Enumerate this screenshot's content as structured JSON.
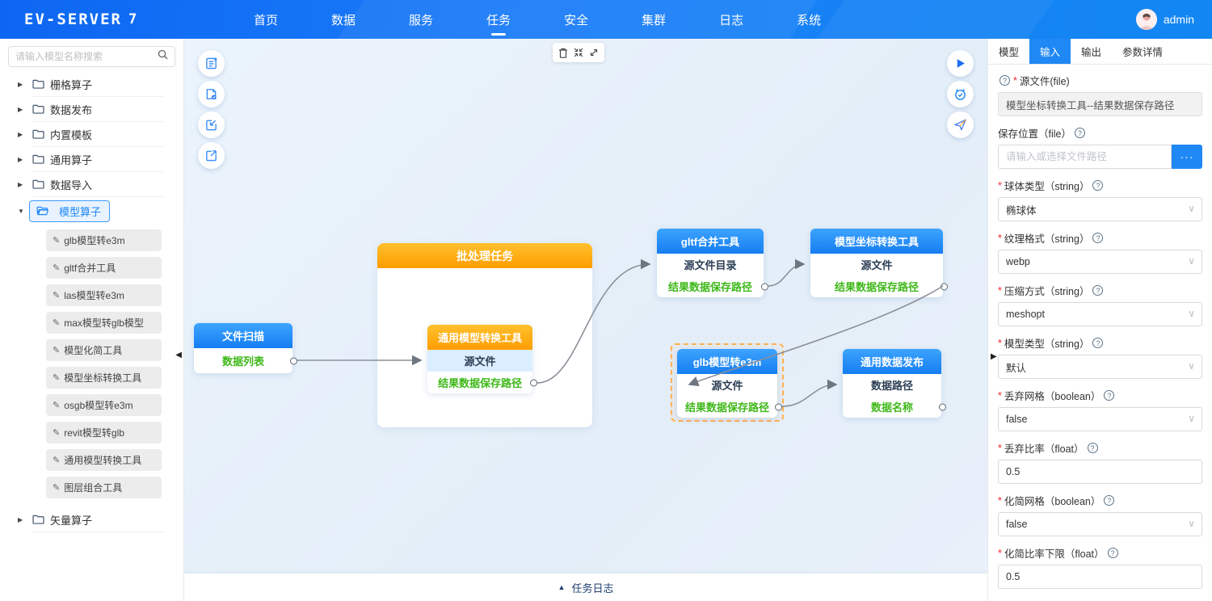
{
  "colors": {
    "navbar_blue": "#1677f2",
    "accent_blue": "#1f88f5",
    "node_header_blue": "#1890ff",
    "node_header_orange": "#ffa800",
    "green_port_text": "#3eb818",
    "dark_node_text": "#2c3e55",
    "selection_dashed": "#ffb14d",
    "canvas_bg": "#e8f1fa",
    "required_red": "#f5222d"
  },
  "navbar": {
    "logo": "EV-SERVER",
    "logo_mark": "7",
    "items": [
      {
        "label": "首页"
      },
      {
        "label": "数据"
      },
      {
        "label": "服务"
      },
      {
        "label": "任务"
      },
      {
        "label": "安全"
      },
      {
        "label": "集群"
      },
      {
        "label": "日志"
      },
      {
        "label": "系统"
      }
    ],
    "active_item": "任务",
    "user": "admin"
  },
  "sidebar": {
    "search_placeholder": "请输入模型名称搜索",
    "folders": [
      {
        "label": "栅格算子"
      },
      {
        "label": "数据发布"
      },
      {
        "label": "内置模板"
      },
      {
        "label": "通用算子"
      },
      {
        "label": "数据导入"
      },
      {
        "label": "模型算子",
        "expanded": true,
        "selected": true,
        "children": [
          {
            "label": "glb模型转e3m"
          },
          {
            "label": "gltf合并工具"
          },
          {
            "label": "las模型转e3m"
          },
          {
            "label": "max模型转glb模型"
          },
          {
            "label": "模型化简工具"
          },
          {
            "label": "模型坐标转换工具"
          },
          {
            "label": "osgb模型转e3m"
          },
          {
            "label": "revit模型转glb"
          },
          {
            "label": "通用模型转换工具"
          },
          {
            "label": "图层组合工具"
          }
        ]
      },
      {
        "label": "矢量算子"
      }
    ]
  },
  "canvas": {
    "left_tools": [
      "task-form-icon",
      "save-file-icon",
      "import-icon",
      "export-icon"
    ],
    "top_tools": [
      "trash-icon",
      "fit-view-icon",
      "resize-icon"
    ],
    "right_tools": [
      "run-play-icon",
      "schedule-clock-icon",
      "publish-send-icon"
    ],
    "group": {
      "title": "批处理任务"
    },
    "nodes": {
      "file_scan": {
        "title": "文件扫描",
        "rows": {
          "out": "数据列表"
        }
      },
      "generic_convert": {
        "title": "通用模型转换工具",
        "rows": {
          "in": "源文件",
          "out": "结果数据保存路径"
        }
      },
      "gltf_merge": {
        "title": "gltf合并工具",
        "rows": {
          "in": "源文件目录",
          "out": "结果数据保存路径"
        }
      },
      "coord_convert": {
        "title": "模型坐标转换工具",
        "rows": {
          "in": "源文件",
          "out": "结果数据保存路径"
        }
      },
      "glb_e3m": {
        "title": "glb模型转e3m",
        "rows": {
          "in": "源文件",
          "out": "结果数据保存路径"
        },
        "selected": true
      },
      "data_publish": {
        "title": "通用数据发布",
        "rows": {
          "in": "数据路径",
          "out": "数据名称"
        }
      }
    },
    "log_bar": {
      "label": "任务日志",
      "arrow": "▲"
    }
  },
  "panel": {
    "tabs": [
      {
        "label": "模型"
      },
      {
        "label": "输入",
        "active": true
      },
      {
        "label": "输出"
      },
      {
        "label": "参数详情"
      }
    ],
    "fields": {
      "source_file": {
        "label": "源文件(file)",
        "value": "模型坐标转换工具--结果数据保存路径"
      },
      "save_path": {
        "label": "保存位置（file）",
        "placeholder": "请输入或选择文件路径",
        "button": "···"
      },
      "sphere_type": {
        "label": "球体类型（string）",
        "value": "椭球体"
      },
      "texture_format": {
        "label": "纹理格式（string）",
        "value": "webp"
      },
      "compress_mode": {
        "label": "压缩方式（string）",
        "value": "meshopt"
      },
      "model_type": {
        "label": "模型类型（string）",
        "value": "默认"
      },
      "discard_mesh": {
        "label": "丢弃网格（boolean）",
        "value": "false"
      },
      "discard_ratio": {
        "label": "丢弃比率（float）",
        "value": "0.5"
      },
      "simplify_mesh": {
        "label": "化简网格（boolean）",
        "value": "false"
      },
      "simplify_floor": {
        "label": "化简比率下限（float）",
        "value": "0.5"
      }
    },
    "required_mark": "*",
    "help_mark": "?"
  }
}
